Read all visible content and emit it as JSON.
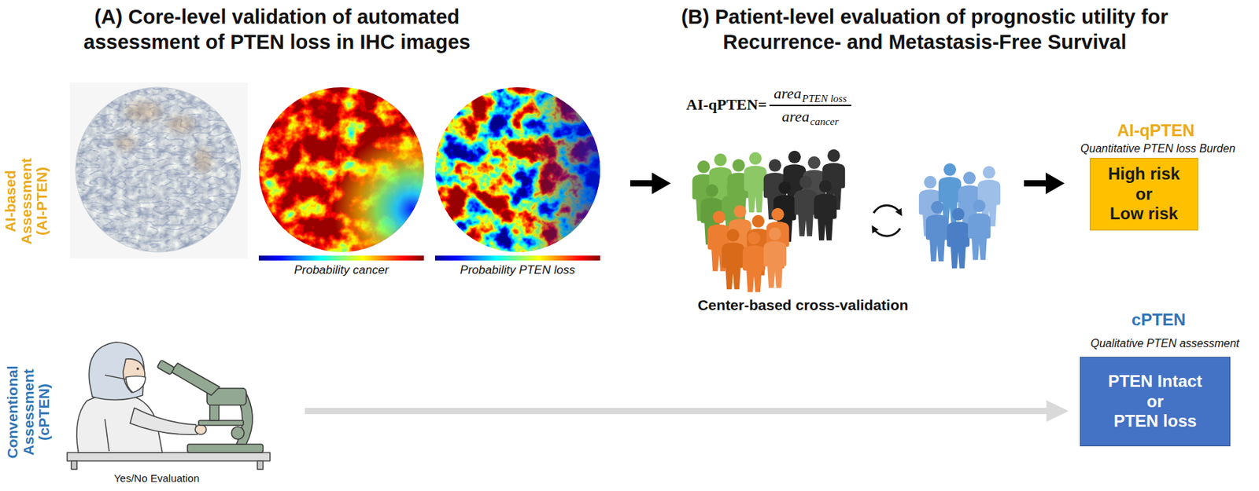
{
  "diagram": {
    "nodes": [
      {
        "text": [
          "AI-qPTEN",
          "Quantitative PTEN loss Burden",
          "High risk or Low risk"
        ]
      },
      {
        "text": [
          "cPTEN",
          "Qualitative PTEN assessment",
          "PTEN Intact or PTEN loss"
        ]
      }
    ],
    "labels": [
      "(A) Core-level validation of automated assessment of PTEN loss in IHC images",
      "(B) Patient-level evaluation of prognostic utility for Recurrence- and Metastasis-Free Survival",
      "AI-based Assessment (AI-PTEN)",
      "Probability cancer",
      "Probability PTEN loss",
      "AI-qPTEN=",
      "area",
      "PTEN loss",
      "area",
      "cancer",
      "Center-based cross-validation",
      "Conventional Assessment (cPTEN)",
      "Yes/No Evaluation"
    ]
  }
}
